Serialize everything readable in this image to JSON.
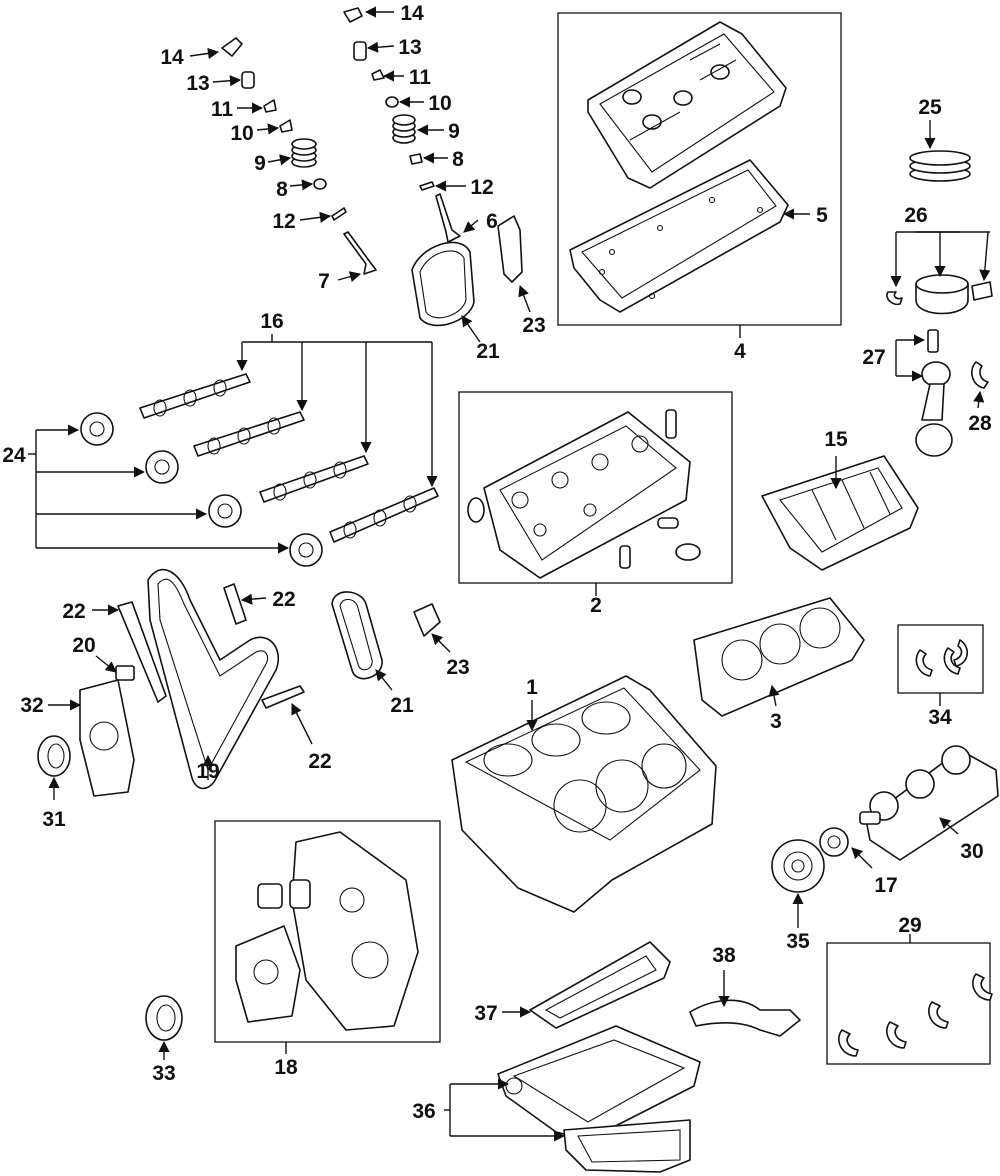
{
  "callouts": {
    "c1": "1",
    "c2": "2",
    "c3": "3",
    "c4": "4",
    "c5": "5",
    "c6": "6",
    "c7": "7",
    "c8a": "8",
    "c8b": "8",
    "c9a": "9",
    "c9b": "9",
    "c10a": "10",
    "c10b": "10",
    "c11a": "11",
    "c11b": "11",
    "c12a": "12",
    "c12b": "12",
    "c13a": "13",
    "c13b": "13",
    "c14a": "14",
    "c14b": "14",
    "c15": "15",
    "c16": "16",
    "c17": "17",
    "c18": "18",
    "c19": "19",
    "c20": "20",
    "c21a": "21",
    "c21b": "21",
    "c22a": "22",
    "c22b": "22",
    "c22c": "22",
    "c23a": "23",
    "c23b": "23",
    "c24": "24",
    "c25": "25",
    "c26": "26",
    "c27": "27",
    "c28": "28",
    "c29": "29",
    "c30": "30",
    "c31": "31",
    "c32": "32",
    "c33": "33",
    "c34": "34",
    "c35": "35",
    "c36": "36",
    "c37": "37",
    "c38": "38"
  }
}
